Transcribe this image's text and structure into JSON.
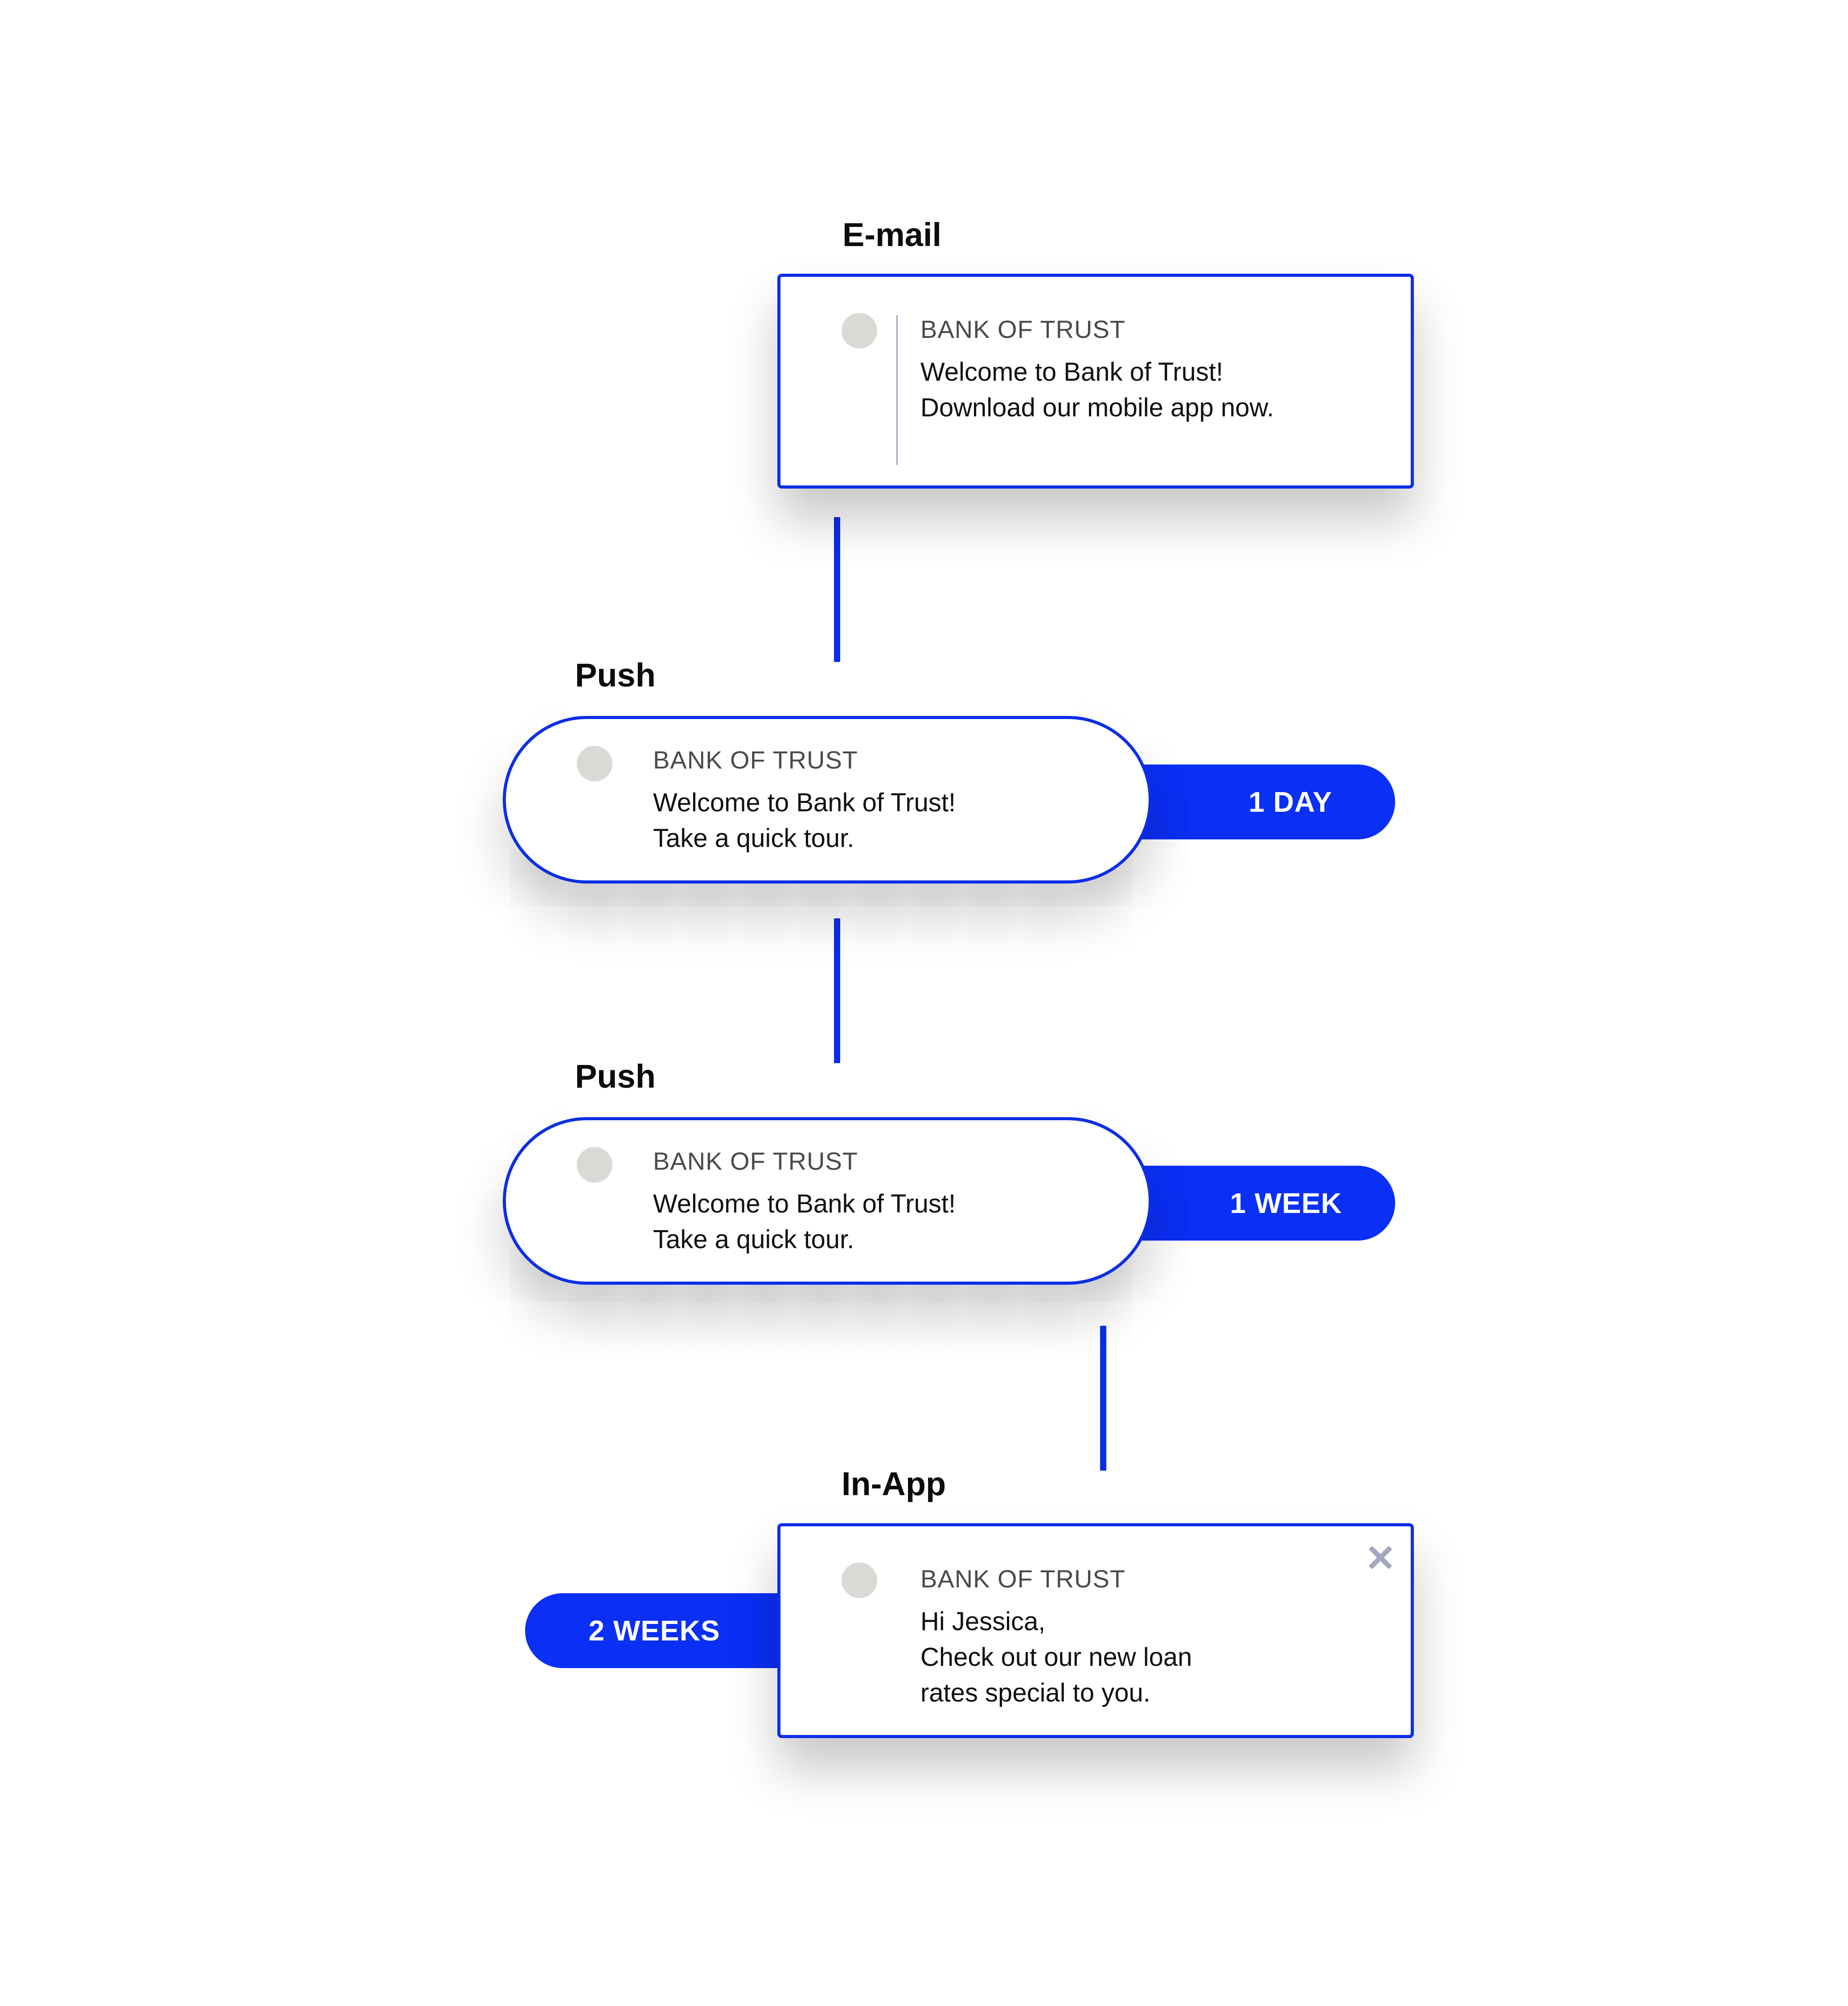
{
  "colors": {
    "accent": "#0c2ee6",
    "badge": "#0a2ff5",
    "avatar": "#d9d9d6",
    "close_icon": "#a4a7bd"
  },
  "steps": [
    {
      "channel": "E-mail",
      "sender": "BANK OF TRUST",
      "message_lines": [
        "Welcome to Bank of Trust!",
        "Download our mobile app now."
      ]
    },
    {
      "channel": "Push",
      "sender": "BANK OF TRUST",
      "message_lines": [
        "Welcome to Bank of Trust!",
        "Take a quick tour."
      ],
      "delay": "1 DAY"
    },
    {
      "channel": "Push",
      "sender": "BANK OF TRUST",
      "message_lines": [
        "Welcome to Bank of Trust!",
        "Take a quick tour."
      ],
      "delay": "1 WEEK"
    },
    {
      "channel": "In-App",
      "sender": "BANK OF TRUST",
      "message_lines": [
        "Hi Jessica,",
        "Check out our new loan",
        "rates special to you."
      ],
      "delay": "2 WEEKS",
      "close_icon": "close-icon"
    }
  ]
}
